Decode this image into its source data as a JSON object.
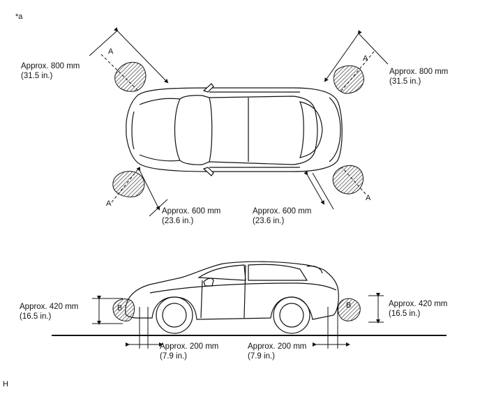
{
  "figure": {
    "corner_tag": "*a",
    "footer_code": "H"
  },
  "top_view": {
    "front_left": {
      "line1": "Approx. 800 mm",
      "line2": "(31.5 in.)",
      "letter": "A"
    },
    "front_right": {
      "line1": "Approx. 800 mm",
      "line2": "(31.5 in.)",
      "letter": "A"
    },
    "rear_left": {
      "line1": "Approx. 600 mm",
      "line2": "(23.6 in.)",
      "letter": "A"
    },
    "rear_right": {
      "line1": "Approx. 600 mm",
      "line2": "(23.6 in.)",
      "letter": "A"
    }
  },
  "side_view": {
    "front_height": {
      "line1": "Approx. 420 mm",
      "line2": "(16.5 in.)",
      "letter": "B"
    },
    "rear_height": {
      "line1": "Approx. 420 mm",
      "line2": "(16.5 in.)",
      "letter": "B"
    },
    "front_gap": {
      "line1": "Approx. 200 mm",
      "line2": "(7.9 in.)"
    },
    "rear_gap": {
      "line1": "Approx. 200 mm",
      "line2": "(7.9 in.)"
    }
  },
  "colors": {
    "ink": "#111111",
    "hatch": "#555555"
  }
}
